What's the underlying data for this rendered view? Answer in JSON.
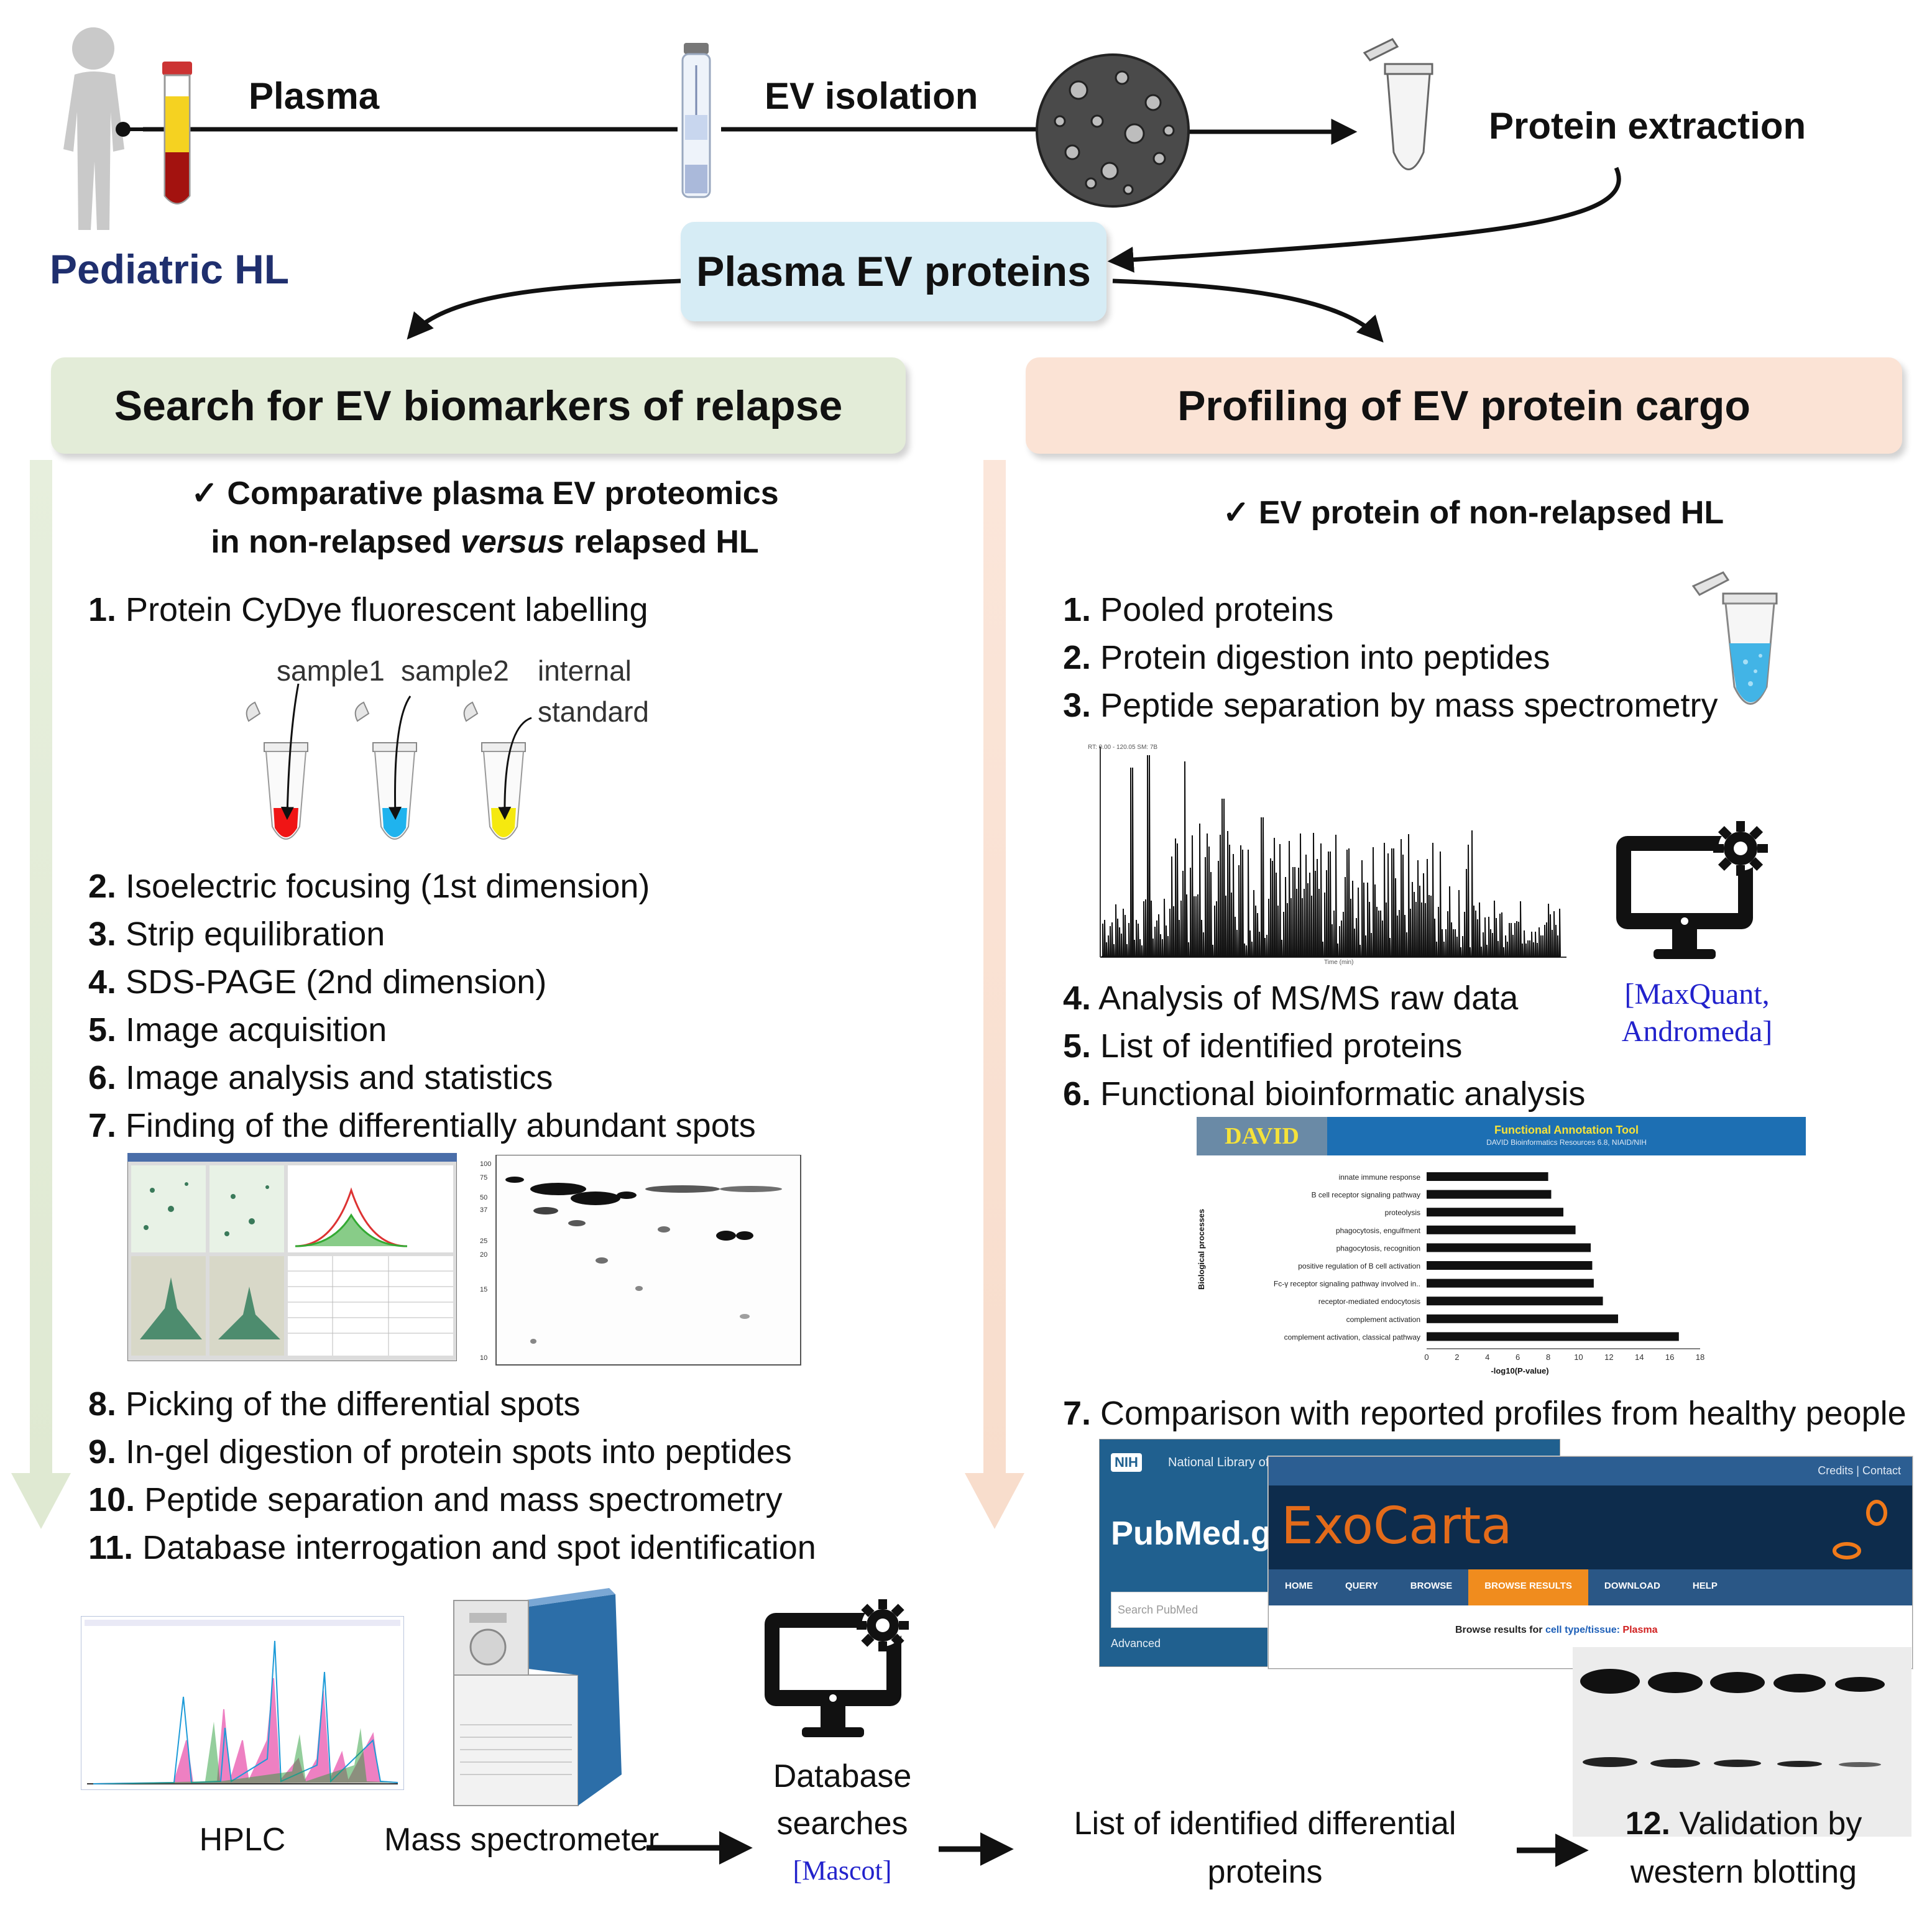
{
  "top": {
    "plasma": "Plasma",
    "ev_isolation": "EV isolation",
    "protein_extraction": "Protein extraction",
    "pediatric_hl": "Pediatric HL",
    "plasma_ev_proteins": "Plasma EV proteins"
  },
  "left": {
    "title": "Search for EV biomarkers of relapse",
    "subtitle_line1": "✓ Comparative plasma EV proteomics",
    "subtitle_line2_a": "in non-relapsed ",
    "subtitle_line2_b": "versus",
    "subtitle_line2_c": " relapsed HL",
    "steps": [
      {
        "num": "1.",
        "text": " Protein CyDye fluorescent labelling"
      },
      {
        "num": "2.",
        "text": " Isoelectric focusing (1st dimension)"
      },
      {
        "num": "3.",
        "text": " Strip equilibration"
      },
      {
        "num": "4.",
        "text": " SDS-PAGE (2nd dimension)"
      },
      {
        "num": "5.",
        "text": " Image acquisition"
      },
      {
        "num": "6.",
        "text": " Image analysis and statistics"
      },
      {
        "num": "7.",
        "text": " Finding of the differentially abundant spots"
      },
      {
        "num": "8.",
        "text": " Picking of the differential spots"
      },
      {
        "num": "9.",
        "text": " In-gel digestion of protein spots into peptides"
      },
      {
        "num": "10.",
        "text": " Peptide separation and mass spectrometry"
      },
      {
        "num": "11.",
        "text": " Database interrogation and spot identification"
      }
    ],
    "tube_labels": {
      "sample1": "sample1",
      "sample2": "sample2",
      "internal": "internal",
      "standard": "standard"
    },
    "hplc": "HPLC",
    "mass_spec": "Mass spectrometer",
    "db_line1": "Database",
    "db_line2": "searches",
    "db_tool": "[Mascot]"
  },
  "right": {
    "title": "Profiling of EV protein cargo",
    "subtitle": "✓ EV protein of non-relapsed HL",
    "steps": [
      {
        "num": "1.",
        "text": " Pooled proteins"
      },
      {
        "num": "2.",
        "text": " Protein digestion into peptides"
      },
      {
        "num": "3.",
        "text": " Peptide separation by mass spectrometry"
      },
      {
        "num": "4.",
        "text": " Analysis of MS/MS raw data"
      },
      {
        "num": "5.",
        "text": " List of identified proteins"
      },
      {
        "num": "6.",
        "text": " Functional bioinformatic analysis"
      },
      {
        "num": "7.",
        "text": " Comparison with reported profiles from healthy people"
      }
    ],
    "ms_tool_line1": "[MaxQuant,",
    "ms_tool_line2": "Andromeda]",
    "david": {
      "banner_title": "Functional Annotation Tool",
      "banner_sub": "DAVID Bioinformatics Resources 6.8, NIAID/NIH",
      "ylabel": "Biological processes",
      "xlabel": "-log10(P-value)",
      "ticks": [
        "0",
        "2",
        "4",
        "6",
        "8",
        "10",
        "12",
        "14",
        "16",
        "18"
      ]
    },
    "list_line1": "List of identified differential",
    "list_line2": "proteins",
    "validation_num": "12.",
    "validation_line1": " Validation by",
    "validation_line2": "western blotting",
    "pubmed": {
      "nih": "NIH",
      "nlm": "National Library of",
      "logo": "PubMed.g",
      "search": "Search PubMed",
      "advanced": "Advanced"
    },
    "exocarta": {
      "logo": "ExoCarta",
      "top_links": "Credits | Contact",
      "nav": [
        "HOME",
        "QUERY",
        "BROWSE",
        "BROWSE RESULTS",
        "DOWNLOAD",
        "HELP"
      ],
      "browse_prefix": "Browse results for ",
      "browse_cat": "cell type/tissue:",
      "browse_val": " Plasma"
    }
  },
  "chart_data": {
    "type": "bar",
    "orientation": "horizontal",
    "categories": [
      "innate immune response",
      "B cell receptor signaling pathway",
      "proteolysis",
      "phagocytosis, engulfment",
      "phagocytosis, recognition",
      "positive regulation of B cell activation",
      "Fc-γ receptor signaling pathway involved in..",
      "receptor-mediated endocytosis",
      "complement activation",
      "complement activation, classical pathway"
    ],
    "values": [
      8.0,
      8.2,
      9.0,
      9.8,
      10.8,
      10.9,
      11.0,
      11.6,
      12.6,
      16.6
    ],
    "xlabel": "-log10(P-value)",
    "ylabel": "Biological processes",
    "xlim": [
      0,
      18
    ]
  }
}
